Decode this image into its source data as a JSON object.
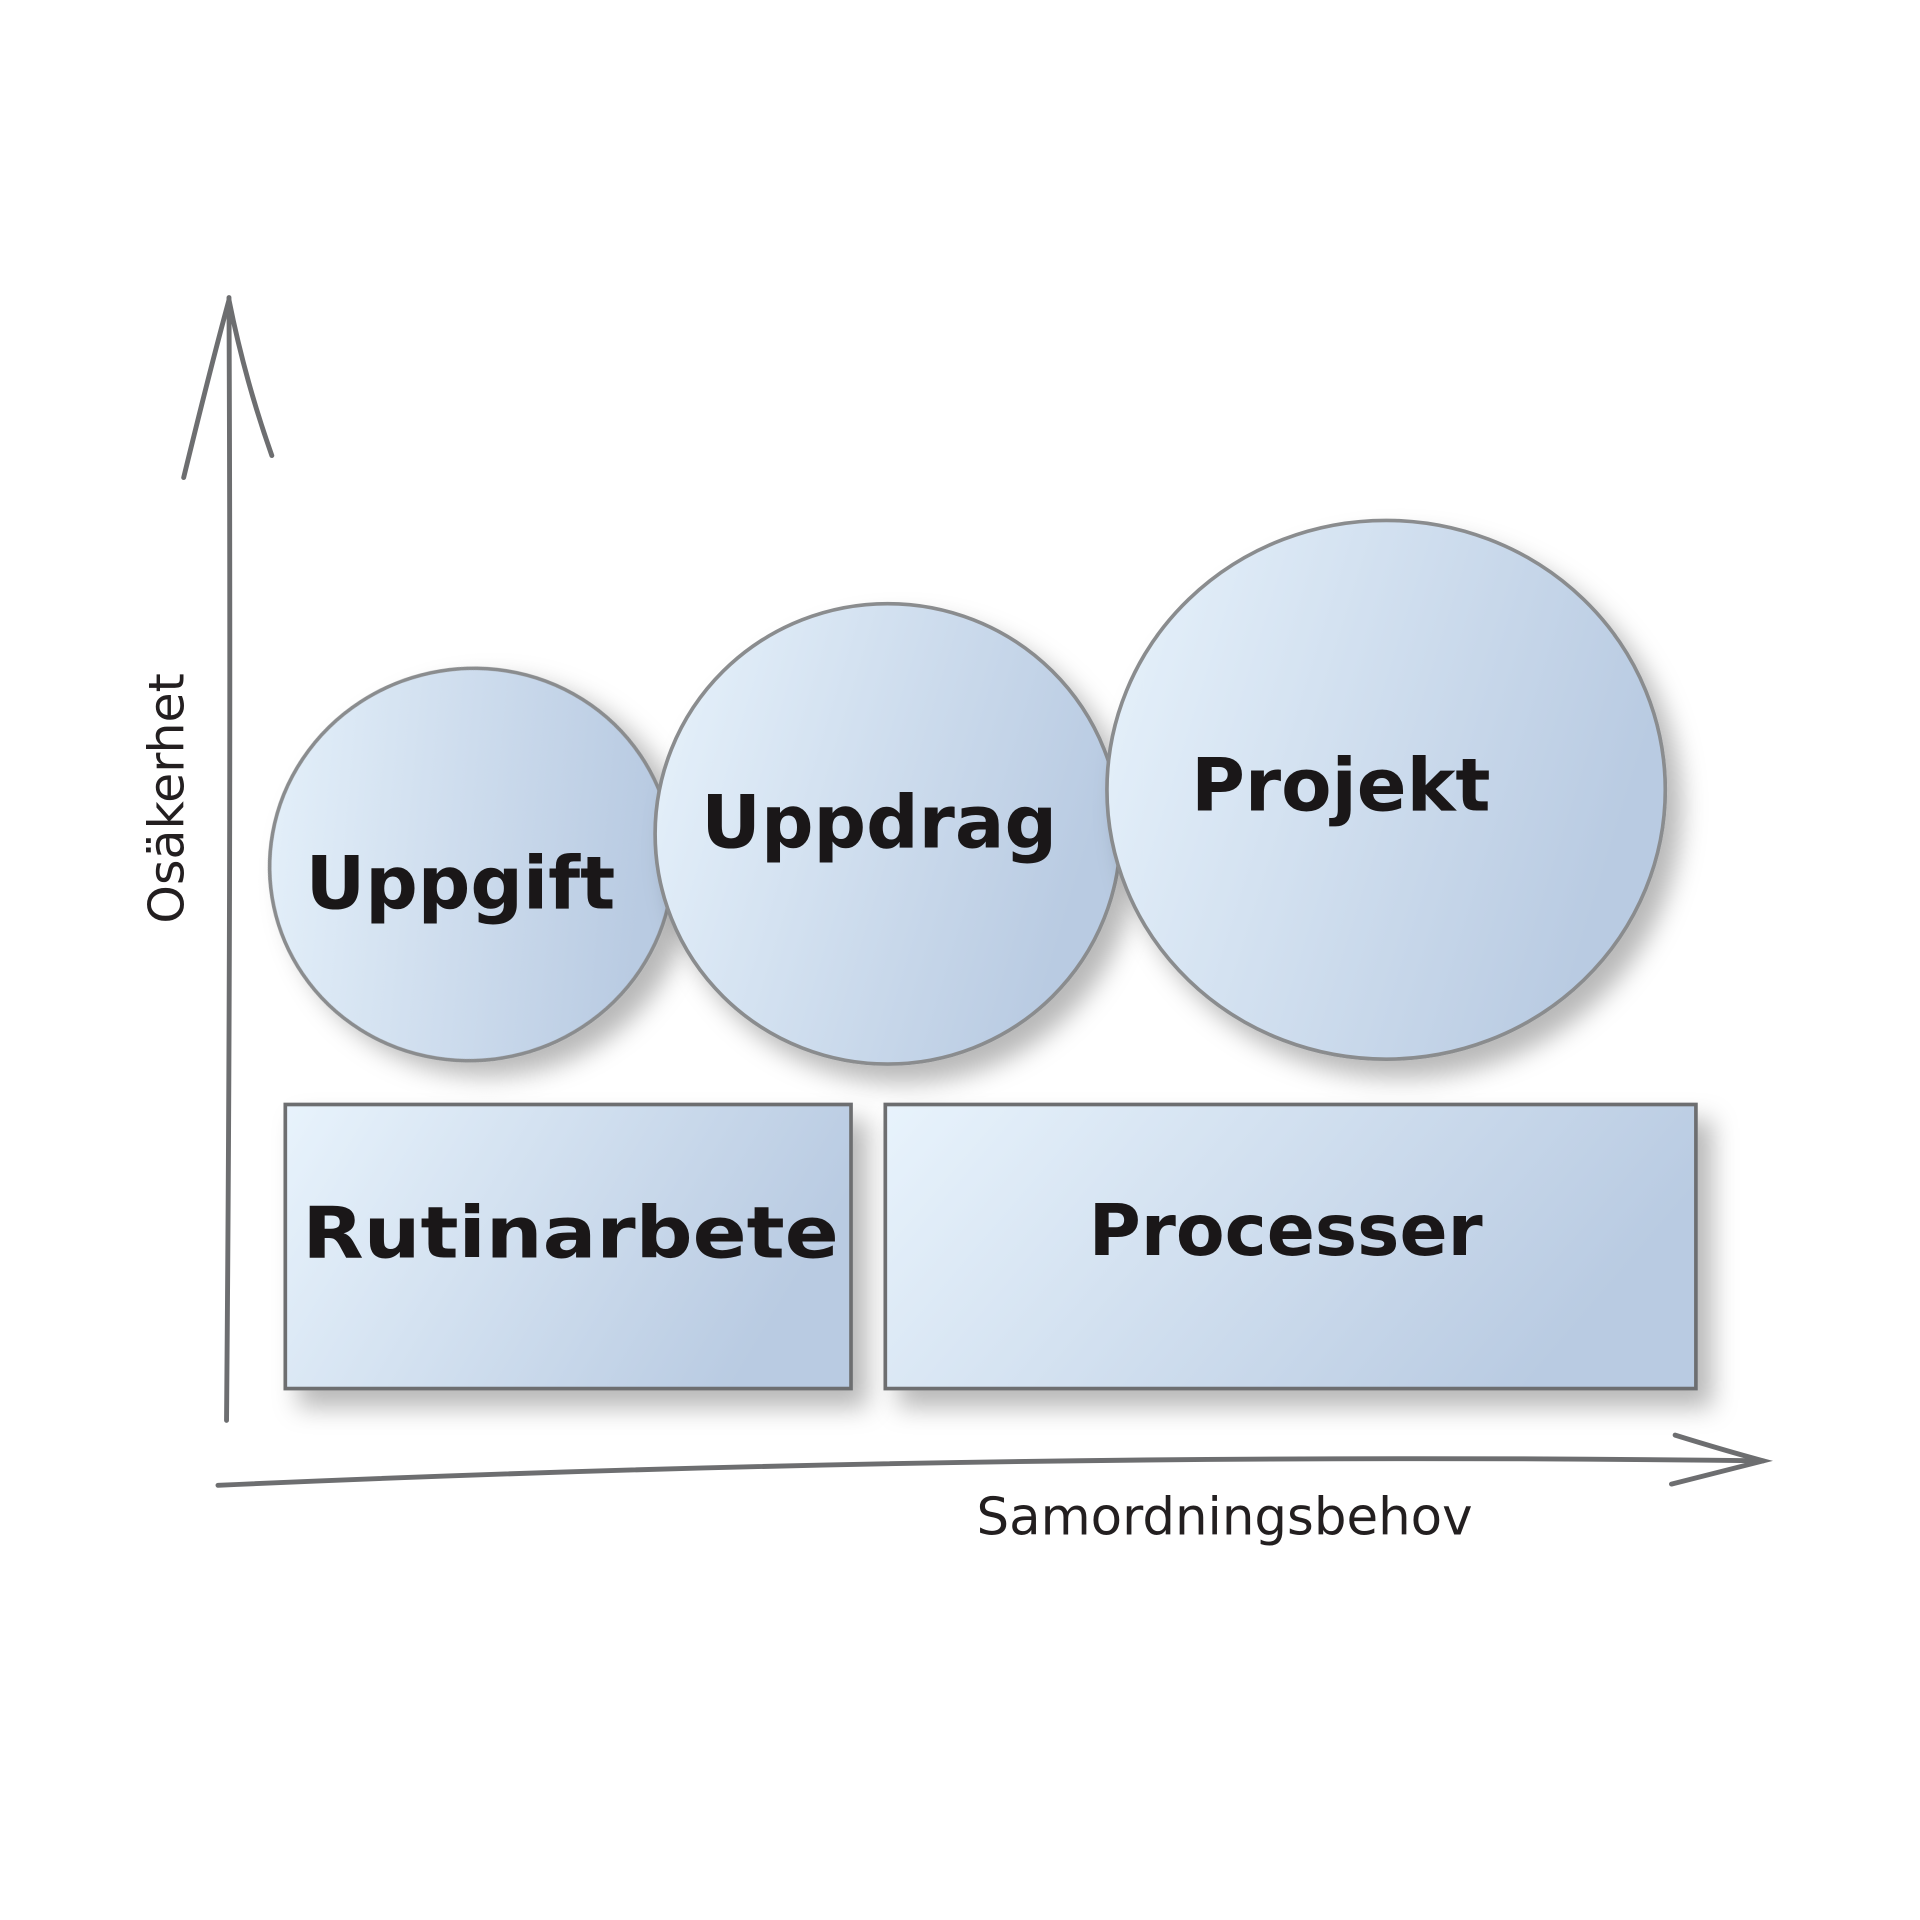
{
  "axes": {
    "y_label": "Osäkerhet",
    "x_label": "Samordningsbehov"
  },
  "bubbles": [
    {
      "label": "Uppgift"
    },
    {
      "label": "Uppdrag"
    },
    {
      "label": "Projekt"
    }
  ],
  "blocks": [
    {
      "label": "Rutinarbete"
    },
    {
      "label": "Processer"
    }
  ],
  "colors": {
    "fill_light": "#e8f3fc",
    "fill_dark": "#b9cbe2",
    "stroke": "#8a8c8e",
    "axis": "#6d6e70"
  }
}
